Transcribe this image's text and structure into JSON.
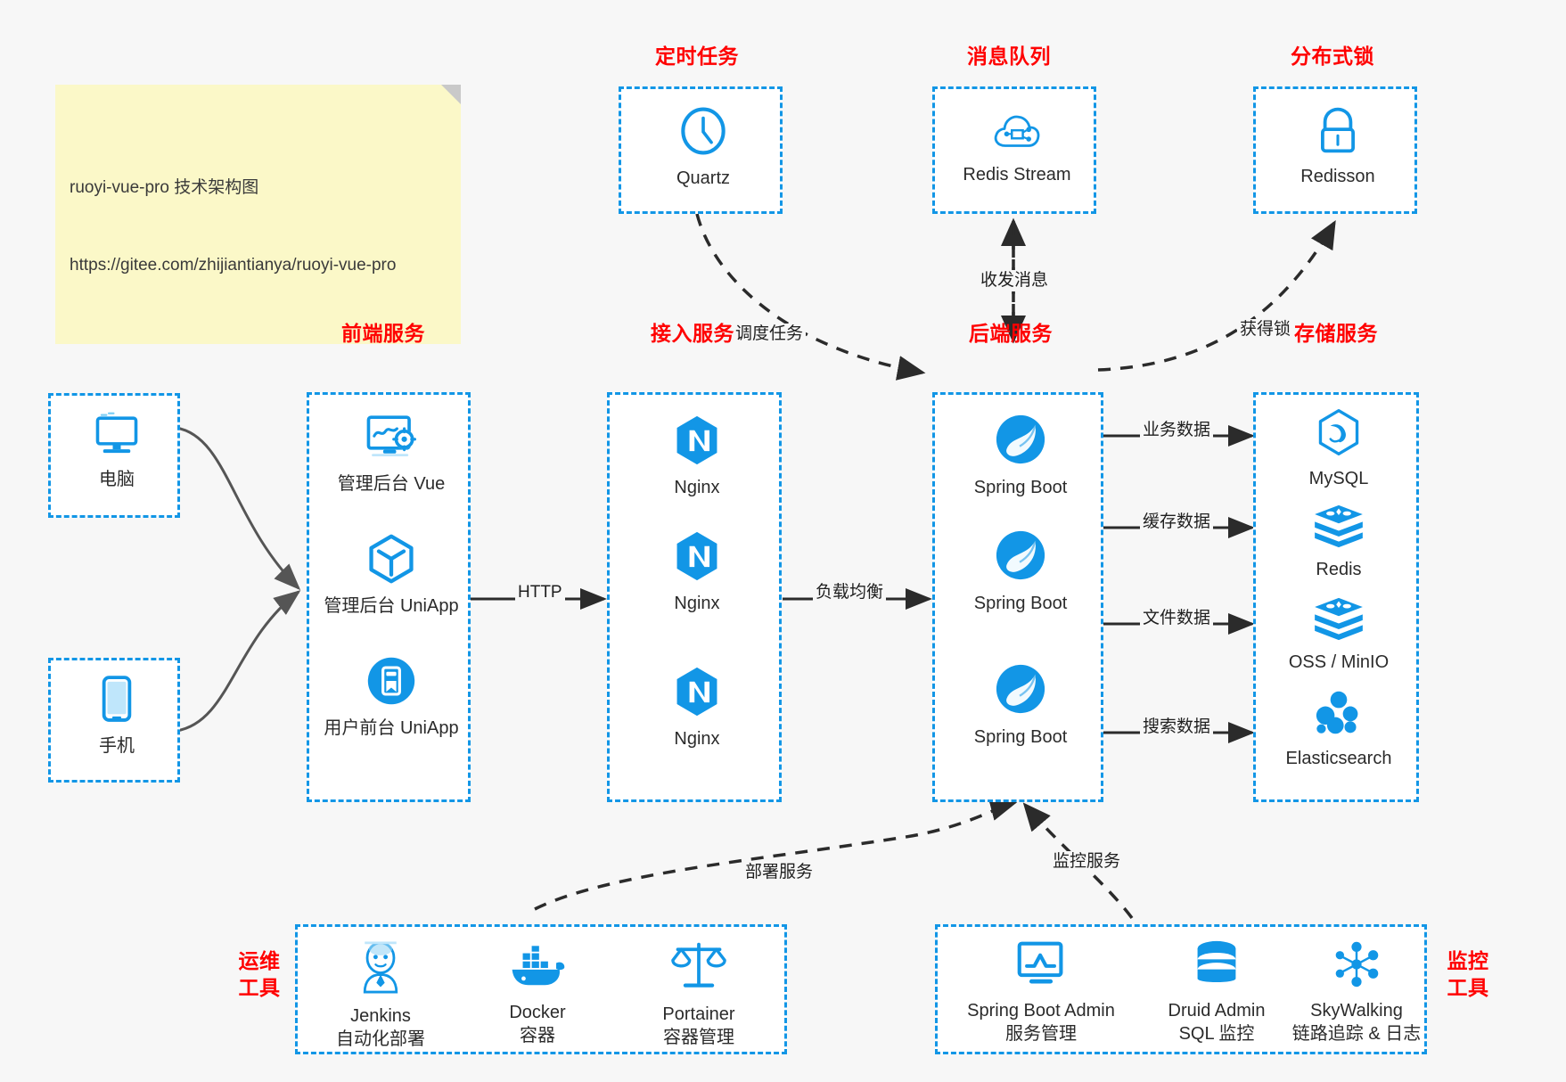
{
  "note": {
    "line1": "ruoyi-vue-pro 技术架构图",
    "line2": "https://gitee.com/zhijiantianya/ruoyi-vue-pro"
  },
  "colors": {
    "accent_blue": "#1296e6",
    "icon_blue": "#1296db",
    "title_red": "#ff0000",
    "edge_gray": "#555555",
    "edge_dark": "#2b2b2b",
    "canvas": "#f7f7f7",
    "note_yellow": "#fbf8c8"
  },
  "groups": {
    "scheduled_task": {
      "title": "定时任务",
      "items": [
        {
          "label": "Quartz",
          "icon": "clock-icon"
        }
      ]
    },
    "message_queue": {
      "title": "消息队列",
      "items": [
        {
          "label": "Redis Stream",
          "icon": "cloud-node-icon"
        }
      ]
    },
    "distributed_lock": {
      "title": "分布式锁",
      "items": [
        {
          "label": "Redisson",
          "icon": "lock-icon"
        }
      ]
    },
    "devices": {
      "computer": {
        "label": "电脑",
        "icon": "desktop-icon"
      },
      "phone": {
        "label": "手机",
        "icon": "mobile-icon"
      }
    },
    "frontend": {
      "title": "前端服务",
      "items": [
        {
          "label": "管理后台 Vue",
          "icon": "dashboard-gear-icon"
        },
        {
          "label": "管理后台 UniApp",
          "icon": "cube-icon"
        },
        {
          "label": "用户前台 UniApp",
          "icon": "mobile-app-icon"
        }
      ]
    },
    "gateway": {
      "title": "接入服务",
      "items": [
        {
          "label": "Nginx",
          "icon": "nginx-icon"
        },
        {
          "label": "Nginx",
          "icon": "nginx-icon"
        },
        {
          "label": "Nginx",
          "icon": "nginx-icon"
        }
      ]
    },
    "backend": {
      "title": "后端服务",
      "items": [
        {
          "label": "Spring Boot",
          "icon": "spring-leaf-icon"
        },
        {
          "label": "Spring Boot",
          "icon": "spring-leaf-icon"
        },
        {
          "label": "Spring Boot",
          "icon": "spring-leaf-icon"
        }
      ]
    },
    "storage": {
      "title": "存储服务",
      "items": [
        {
          "label": "MySQL",
          "icon": "mysql-dolphin-icon"
        },
        {
          "label": "Redis",
          "icon": "redis-stack-icon"
        },
        {
          "label": "OSS / MinIO",
          "icon": "redis-stack-icon"
        },
        {
          "label": "Elasticsearch",
          "icon": "elasticsearch-icon"
        }
      ]
    },
    "ops_tools": {
      "title": "运维\n工具",
      "title_line1": "运维",
      "title_line2": "工具",
      "items": [
        {
          "label": "Jenkins",
          "sublabel": "自动化部署",
          "icon": "jenkins-butler-icon"
        },
        {
          "label": "Docker",
          "sublabel": "容器",
          "icon": "docker-whale-icon"
        },
        {
          "label": "Portainer",
          "sublabel": "容器管理",
          "icon": "scales-icon"
        }
      ]
    },
    "monitor_tools": {
      "title_line1": "监控",
      "title_line2": "工具",
      "items": [
        {
          "label": "Spring Boot Admin",
          "sublabel": "服务管理",
          "icon": "monitor-chart-icon"
        },
        {
          "label": "Druid Admin",
          "sublabel": "SQL 监控",
          "icon": "database-icon"
        },
        {
          "label": "SkyWalking",
          "sublabel": "链路追踪 & 日志",
          "icon": "skywalking-icon"
        }
      ]
    }
  },
  "edges": {
    "schedule_task": "调度任务",
    "send_receive_message": "收发消息",
    "acquire_lock": "获得锁",
    "http": "HTTP",
    "load_balance": "负载均衡",
    "business_data": "业务数据",
    "cache_data": "缓存数据",
    "file_data": "文件数据",
    "search_data": "搜索数据",
    "deploy_service": "部署服务",
    "monitor_service": "监控服务"
  }
}
